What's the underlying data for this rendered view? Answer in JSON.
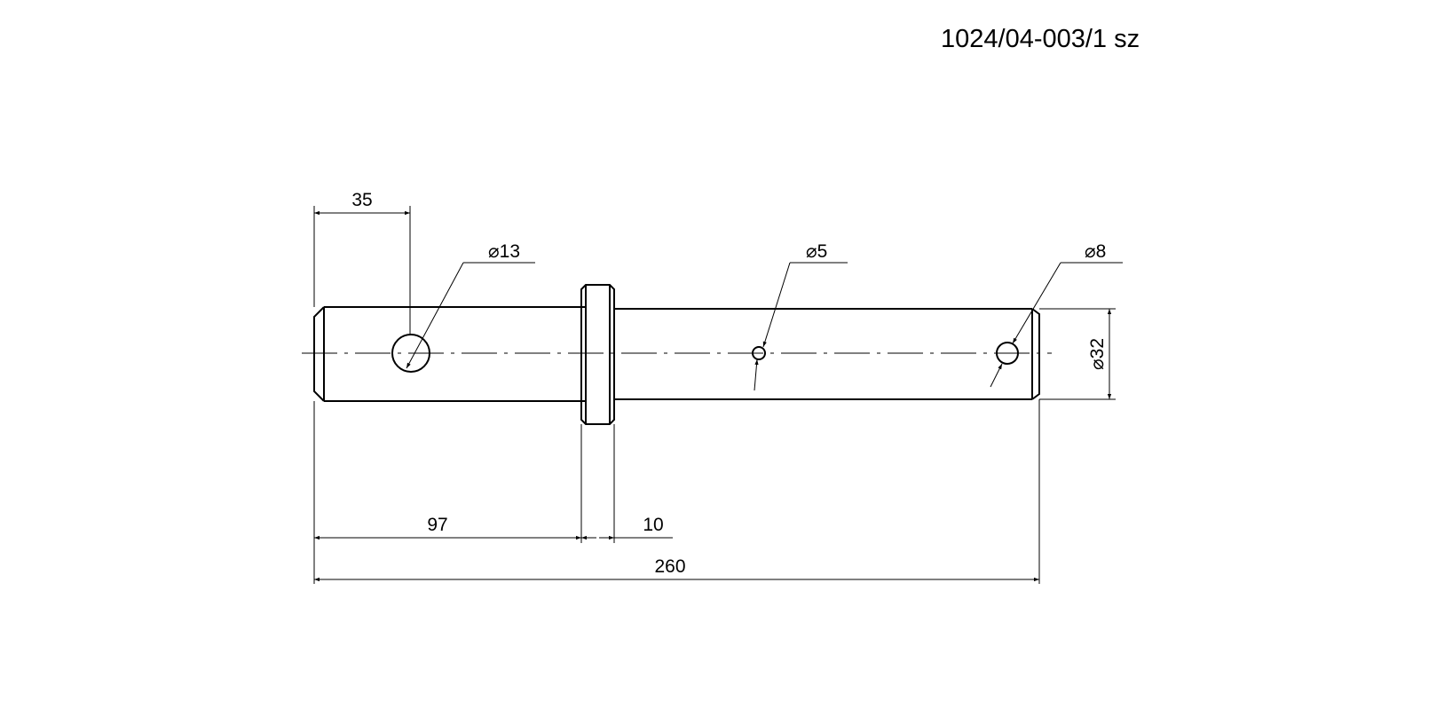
{
  "drawing": {
    "part_number": "1024/04-003/1 sz"
  },
  "dimensions": {
    "len_35": "35",
    "dia_13": "13",
    "dia_5": "5",
    "dia_8": "8",
    "dia_32": "32",
    "len_97": "97",
    "len_10": "10",
    "len_260": "260"
  },
  "symbols": {
    "diameter": "⌀"
  }
}
